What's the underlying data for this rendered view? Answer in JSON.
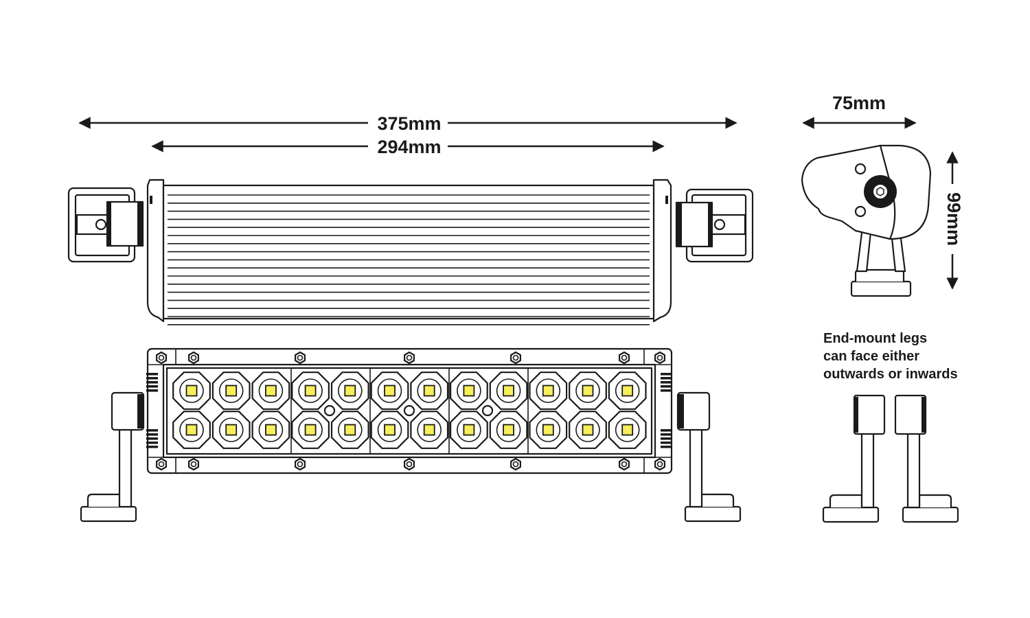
{
  "dimensions": {
    "overall_width": "375mm",
    "housing_width": "294mm",
    "depth": "75mm",
    "height": "99mm"
  },
  "note": {
    "line1": "End-mount legs",
    "line2": "can face either",
    "line3": "outwards or inwards"
  },
  "led": {
    "columns": 12,
    "rows": 2,
    "chip_color": "#f7ef5a"
  },
  "colors": {
    "line": "#1a1a1a",
    "background": "#ffffff"
  }
}
